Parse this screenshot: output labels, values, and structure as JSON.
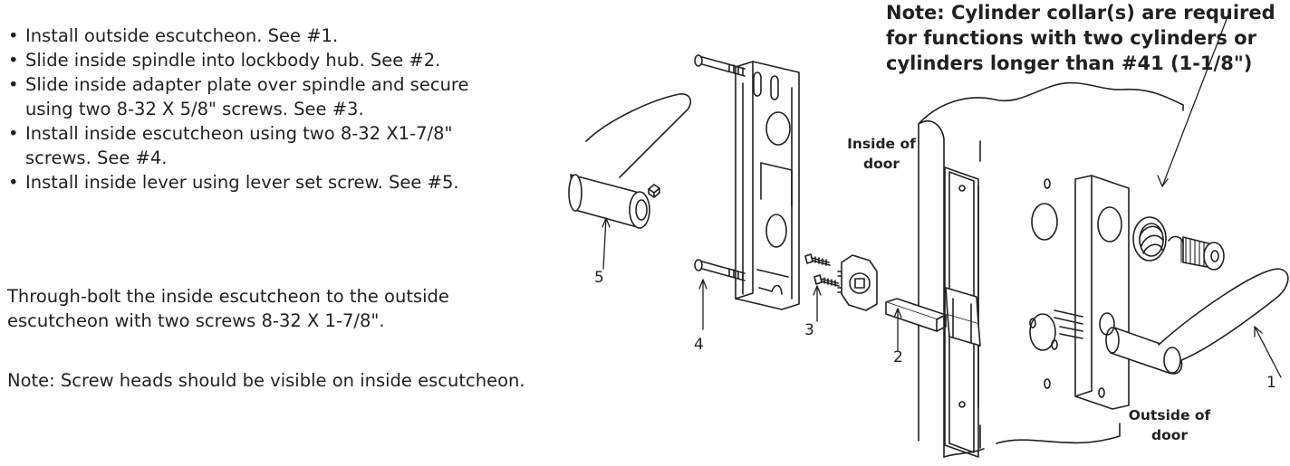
{
  "steps": [
    {
      "line1": "Install outside escutcheon. See #1.",
      "line2": ""
    },
    {
      "line1": "Slide inside spindle into lockbody hub. See #2.",
      "line2": ""
    },
    {
      "line1": "Slide inside adapter plate over spindle and secure",
      "line2": "using two 8-32 X 5/8\" screws. See #3."
    },
    {
      "line1": "Install inside escutcheon using two 8-32 X1-7/8\"",
      "line2": "screws. See #4."
    },
    {
      "line1": "Install inside lever using lever set screw. See #5.",
      "line2": ""
    }
  ],
  "bullet_char": "•",
  "through_bolt": {
    "line1": "Through-bolt the inside escutcheon to the outside",
    "line2": "escutcheon with two screws 8-32 X 1-7/8\"."
  },
  "screw_note": "Note: Screw heads should be visible on inside escutcheon.",
  "collar_note": {
    "line1": "Note:  Cylinder collar(s) are required",
    "line2": "for functions with two cylinders or",
    "line3": "cylinders longer than #41 (1-1/8\")"
  },
  "inside_label": {
    "line1": "Inside of",
    "line2": "door"
  },
  "outside_label": {
    "line1": "Outside of",
    "line2": "door"
  },
  "callouts": {
    "n1": "1",
    "n2": "2",
    "n3": "3",
    "n4": "4",
    "n5": "5"
  }
}
